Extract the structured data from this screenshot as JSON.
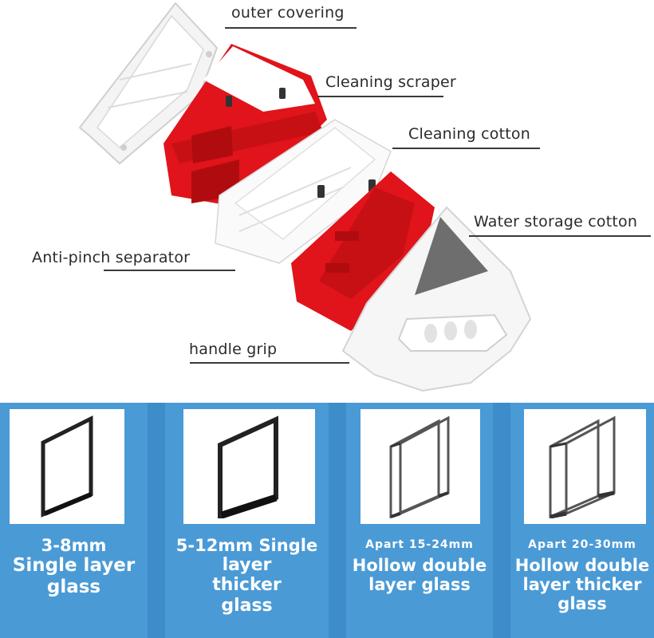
{
  "diagram": {
    "labels": {
      "outer_covering": "outer covering",
      "cleaning_scraper": "Cleaning scraper",
      "cleaning_cotton": "Cleaning cotton",
      "water_storage_cotton": "Water storage cotton",
      "anti_pinch_separator": "Anti-pinch separator",
      "handle_grip": "handle grip"
    },
    "colors": {
      "red": "#e0141a",
      "white_shell": "#f2f2f2",
      "grey_felt": "#6e6e6e"
    }
  },
  "glass_types": [
    {
      "spec": "3-8mm",
      "desc": "Single layer glass",
      "icon": "single-pane-glass-icon"
    },
    {
      "spec": "5-12mm",
      "desc_a": "Single",
      "desc_b": "layer thicker glass",
      "icon": "single-pane-thick-glass-icon"
    },
    {
      "spec": "Apart 15-24mm",
      "desc": "Hollow double layer glass",
      "icon": "double-pane-glass-icon"
    },
    {
      "spec": "Apart 20-30mm",
      "desc": "Hollow double layer thicker glass",
      "icon": "double-pane-thick-glass-icon"
    }
  ],
  "colors": {
    "panel_blue": "#4a9ad6",
    "text": "#ffffff"
  }
}
